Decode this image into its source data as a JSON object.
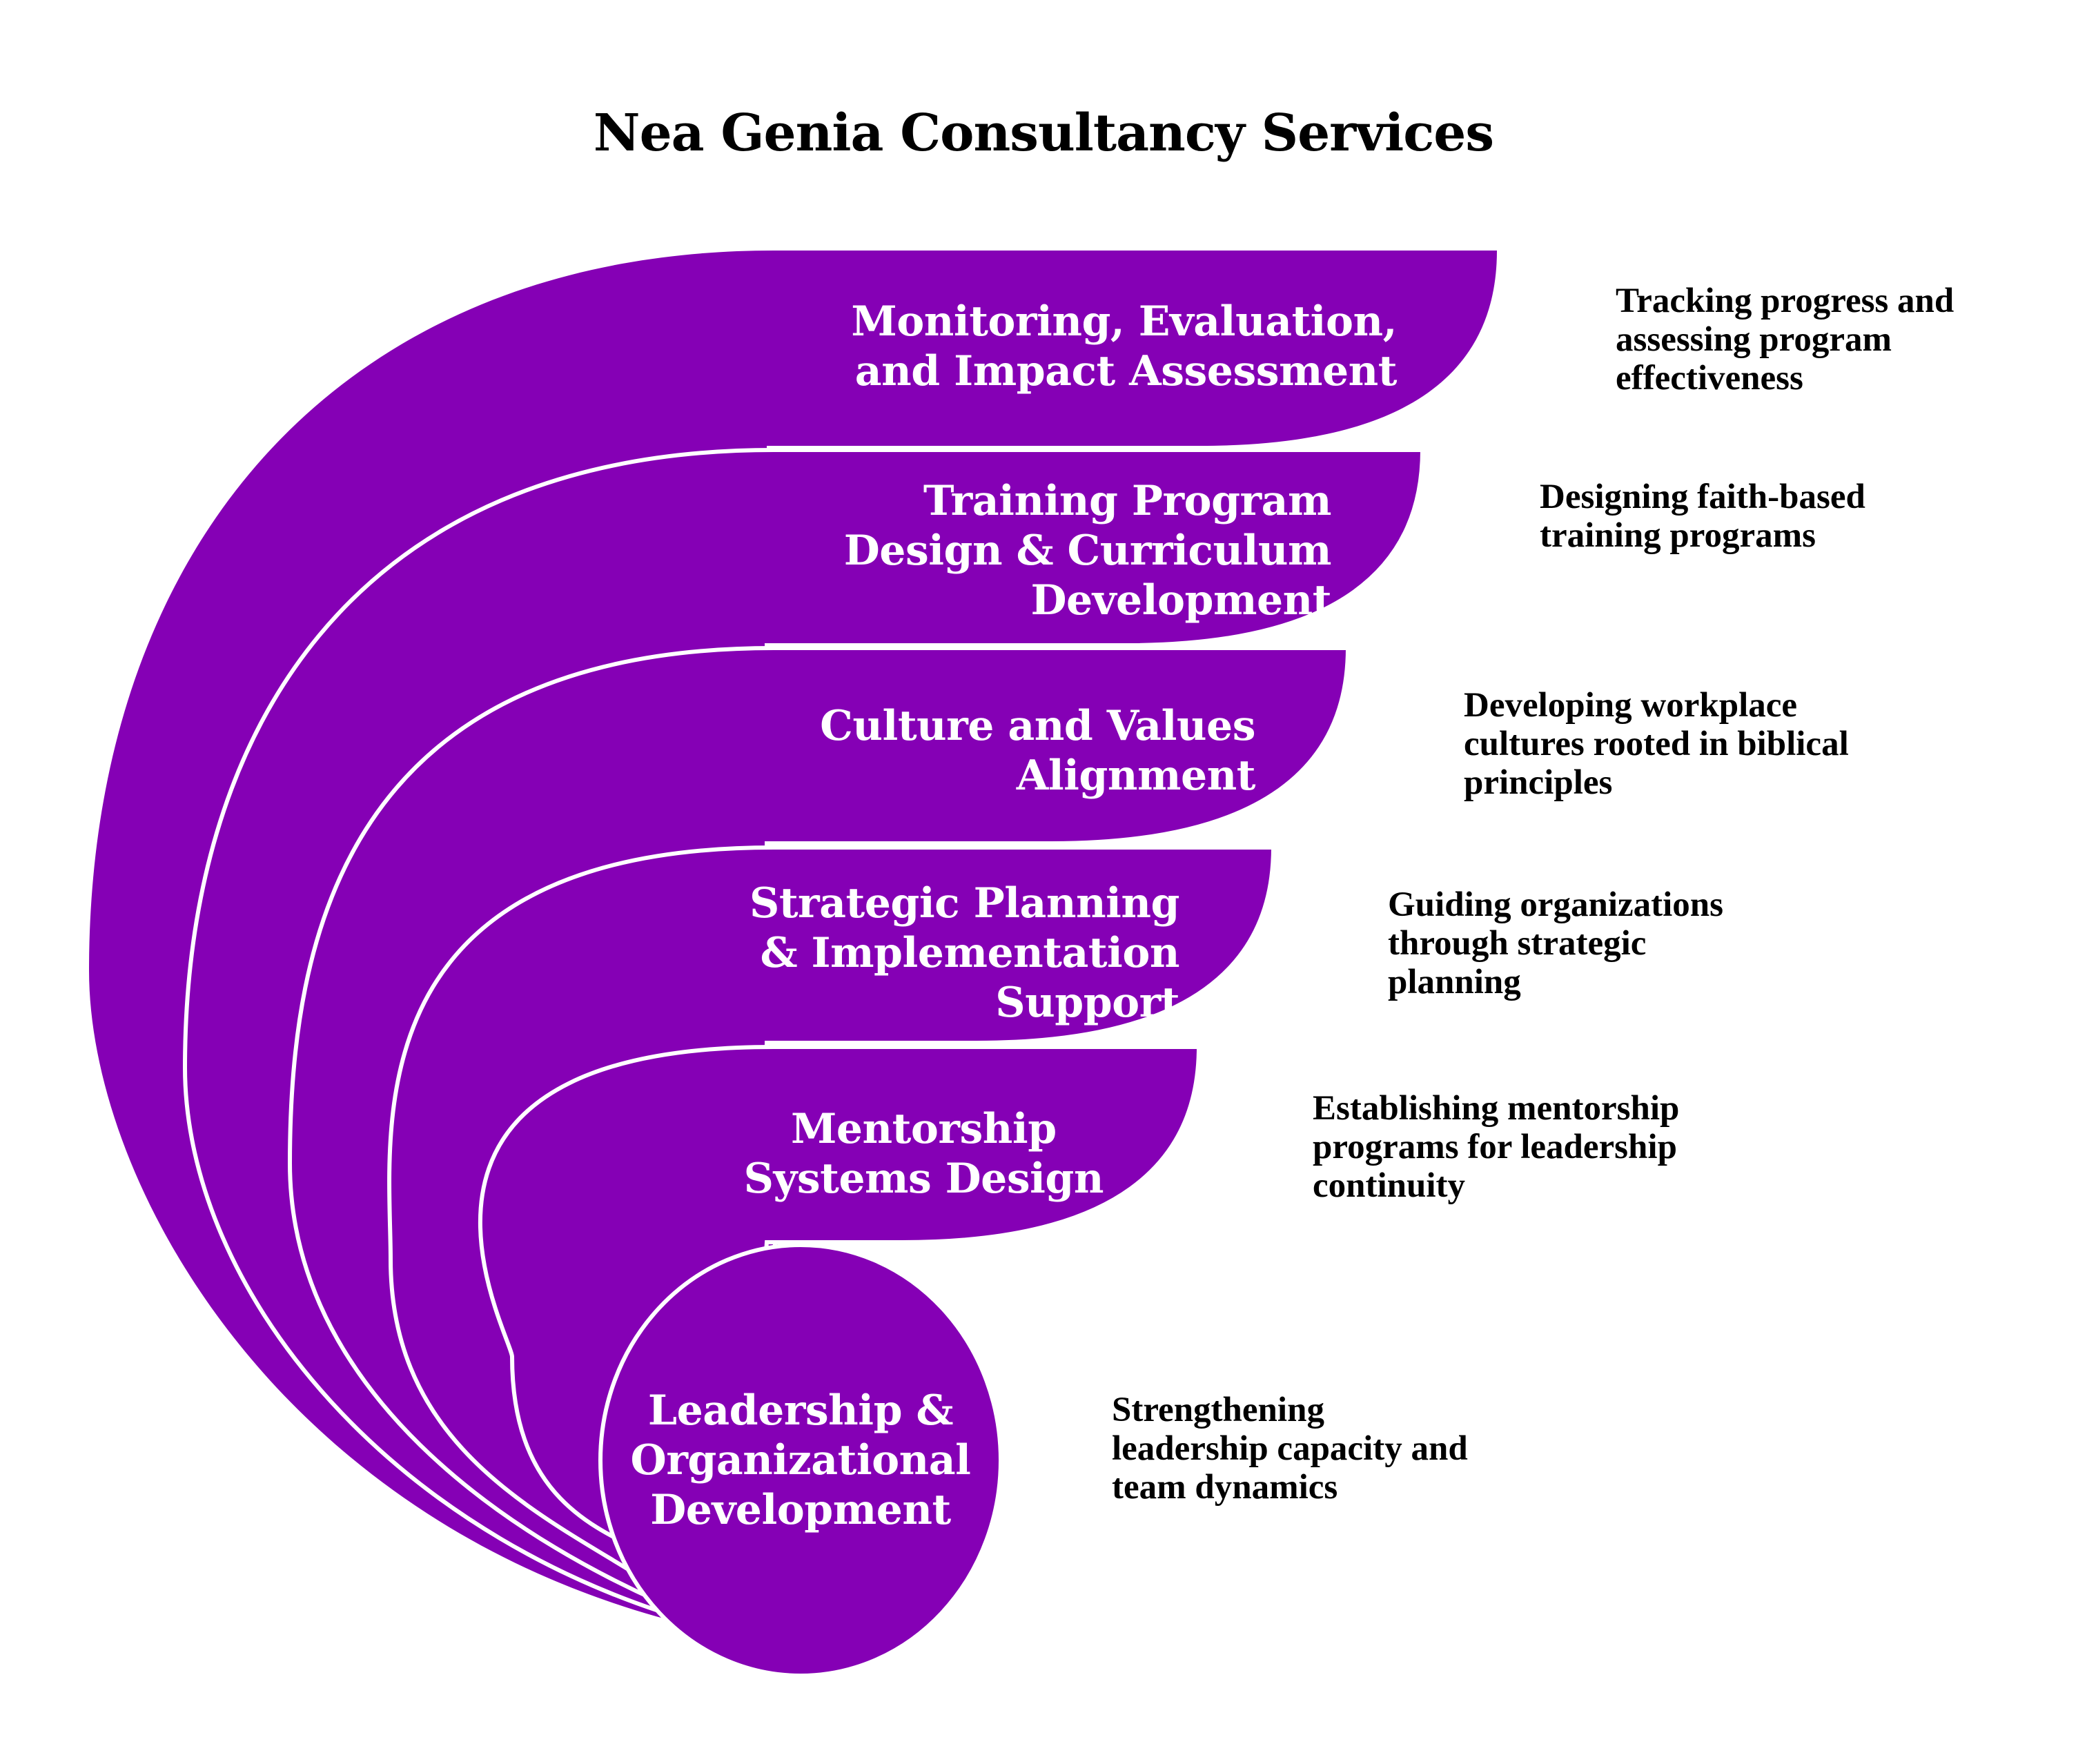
{
  "title": "Nea Genia Consultancy Services",
  "colors": {
    "band_fill": "#8500B5",
    "separator": "#ffffff",
    "text_on_band": "#ffffff",
    "description_text": "#000000"
  },
  "services": [
    {
      "label": "Monitoring, Evaluation,\n and Impact Assessment",
      "description": "Tracking progress and\nassessing program\neffectiveness"
    },
    {
      "label": "Training Program\nDesign & Curriculum\nDevelopment",
      "description": "Designing faith-based\ntraining programs"
    },
    {
      "label": "Culture and Values\nAlignment",
      "description": "Developing workplace\ncultures rooted in biblical\nprinciples"
    },
    {
      "label": "Strategic Planning\n& Implementation\nSupport",
      "description": "Guiding organizations\nthrough strategic\nplanning"
    },
    {
      "label": "Mentorship\nSystems Design",
      "description": "Establishing mentorship\nprograms for leadership\ncontinuity"
    },
    {
      "label": "Leadership &\nOrganizational\nDevelopment",
      "description": "Strengthening\nleadership capacity and\nteam dynamics"
    }
  ]
}
